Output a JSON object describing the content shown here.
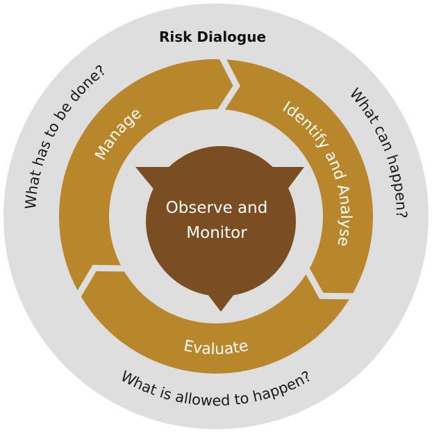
{
  "title": "Risk Dialogue",
  "center": {
    "line1": "Observe and",
    "line2": "Monitor"
  },
  "cycle": {
    "manage": "Manage",
    "identify": "Identify and Analyse",
    "evaluate": "Evaluate"
  },
  "questions": {
    "manage": "What has to be done?",
    "identify": "What can happen?",
    "evaluate": "What is allowed to happen?"
  },
  "colors": {
    "background": "#dedede",
    "ring": "#b8862b",
    "center": "#7a4e22"
  }
}
